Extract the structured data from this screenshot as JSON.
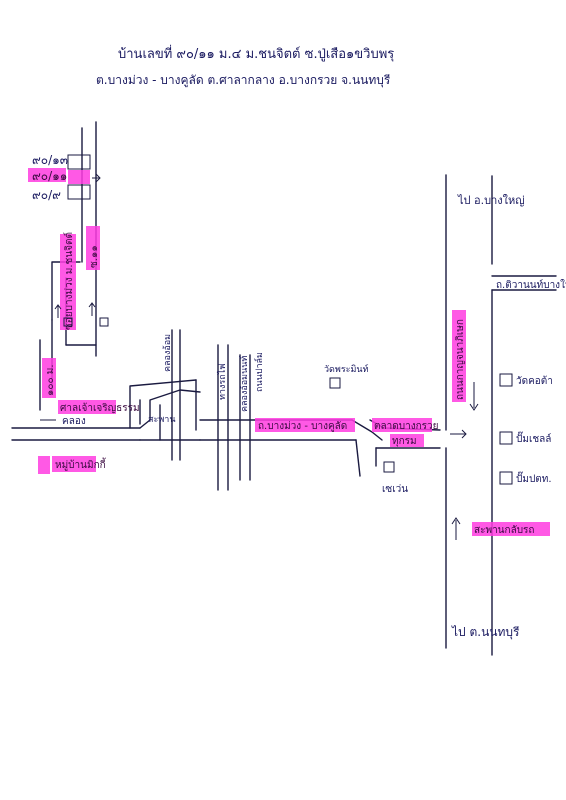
{
  "header": {
    "line1": "บ้านเลขที่ ๙๐/๑๑ ม.๔ ม.ชนจิตต์ ซ.ปู่เสือ๑ขวิบพรุ",
    "line2": "ต.บางม่วง - บางคูลัด ต.ศาลากลาง อ.บางกรวย จ.นนทบุรี"
  },
  "houses": {
    "h_90_13": "๙๐/๑๓",
    "h_90_11": "๙๐/๑๑",
    "h_90_9": "๙๐/๙"
  },
  "labels": {
    "soi_left": "ซอยบางม่วง ม.ชนจิตต์",
    "soi_right": "ซ.๑๑",
    "meter_100": "๑๐๐ ม.",
    "grey_shrine": "ศาลเจ้าเจริญธรรม",
    "canal_left": "คลอง",
    "mansion_left": "หมู่บ้านมิกกี้",
    "bridge": "สะพาน",
    "canal_soi": "คลองอ้อม",
    "rail_lines": "ทางรถไฟ",
    "canal_mid": "คลองอ้อมนนท์",
    "canal_mid2": "ถนนปาล์ม",
    "road_main": "ถ.บางม่วง - บางคูลัด",
    "temple": "วัดพระมินท์",
    "market": "ตลาดบางกรวย",
    "market2": "ทุกรม",
    "seven": "เซเว่น",
    "to_top": "ไป อ.บางใหญ่",
    "jatuchot": "ถ.ติวานนท์บางใหญ่",
    "main_road_vertical": "ถนนกาญจนาภิเษก",
    "shop1": "วัดคอต้า",
    "shop2": "ปั๊มเชลล์",
    "shop3": "ปั๊มปตท.",
    "bridge_right": "สะพานกลับรถ",
    "to_bottom": "ไป ต.นนทบุรี"
  },
  "colors": {
    "ink": "#1a1a40",
    "highlight": "#ff3ce0"
  }
}
